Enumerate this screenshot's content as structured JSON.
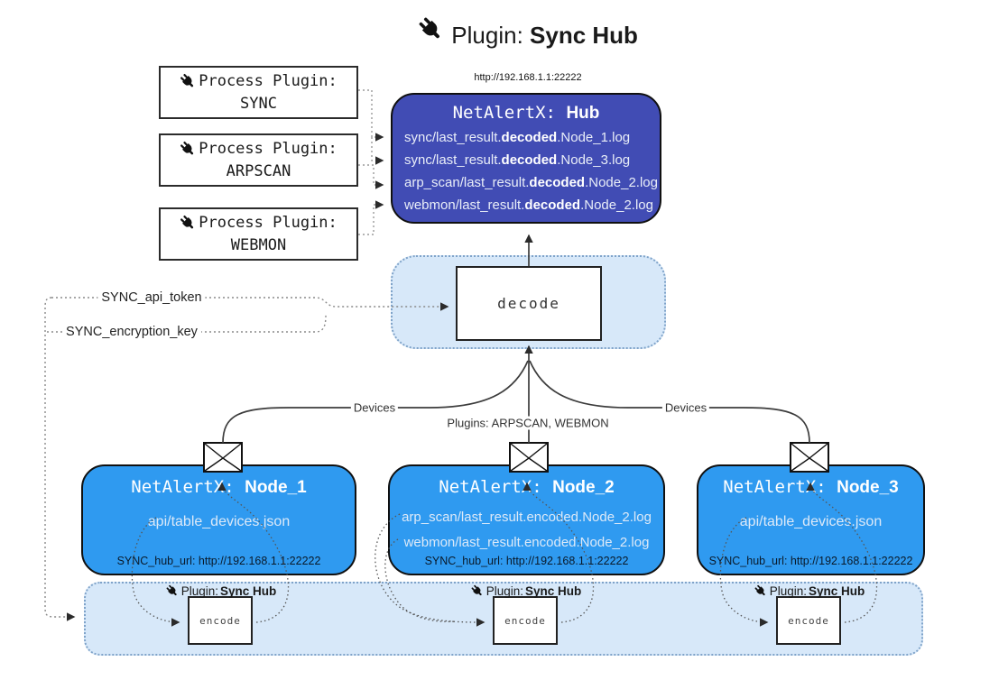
{
  "title": {
    "plugin_label": "Plugin:",
    "plugin_name": "Sync Hub"
  },
  "hub": {
    "url": "http://192.168.1.1:22222",
    "title_prefix": "NetAlertX: ",
    "title_name": "Hub",
    "lines": [
      {
        "pre": "sync/last_result.",
        "bold": "decoded",
        "post": ".Node_1.log"
      },
      {
        "pre": "sync/last_result.",
        "bold": "decoded",
        "post": ".Node_3.log"
      },
      {
        "pre": "arp_scan/last_result.",
        "bold": "decoded",
        "post": ".Node_2.log"
      },
      {
        "pre": "webmon/last_result.",
        "bold": "decoded",
        "post": ".Node_2.log"
      }
    ]
  },
  "process_plugins": [
    {
      "label": "Process Plugin:",
      "name": "SYNC"
    },
    {
      "label": "Process Plugin:",
      "name": "ARPSCAN"
    },
    {
      "label": "Process Plugin:",
      "name": "WEBMON"
    }
  ],
  "decode": {
    "label": "decode"
  },
  "settings": {
    "api_token": "SYNC_api_token",
    "encryption_key": "SYNC_encryption_key"
  },
  "edges": {
    "devices_left": "Devices",
    "plugins_center": "Plugins: ARPSCAN, WEBMON",
    "devices_right": "Devices"
  },
  "nodes": [
    {
      "title_prefix": "NetAlertX: ",
      "title_name": "Node_1",
      "files": [
        "api/table_devices.json"
      ],
      "hub_url": "SYNC_hub_url: http://192.168.1.1:22222"
    },
    {
      "title_prefix": "NetAlertX: ",
      "title_name": "Node_2",
      "files": [
        "arp_scan/last_result.encoded.Node_2.log",
        "webmon/last_result.encoded.Node_2.log"
      ],
      "hub_url": "SYNC_hub_url: http://192.168.1.1:22222"
    },
    {
      "title_prefix": "NetAlertX: ",
      "title_name": "Node_3",
      "files": [
        "api/table_devices.json"
      ],
      "hub_url": "SYNC_hub_url: http://192.168.1.1:22222"
    }
  ],
  "encoders": [
    {
      "plugin_label": "Plugin:",
      "plugin_name": "Sync Hub",
      "box": "encode"
    },
    {
      "plugin_label": "Plugin:",
      "plugin_name": "Sync Hub",
      "box": "encode"
    },
    {
      "plugin_label": "Plugin:",
      "plugin_name": "Sync Hub",
      "box": "encode"
    }
  ],
  "colors": {
    "hub_fill": "#414cb4",
    "node_fill": "#2f9af0",
    "band_fill": "#d7e8f9",
    "band_border": "#7fa3c9",
    "edge": "#3c3c3c"
  }
}
